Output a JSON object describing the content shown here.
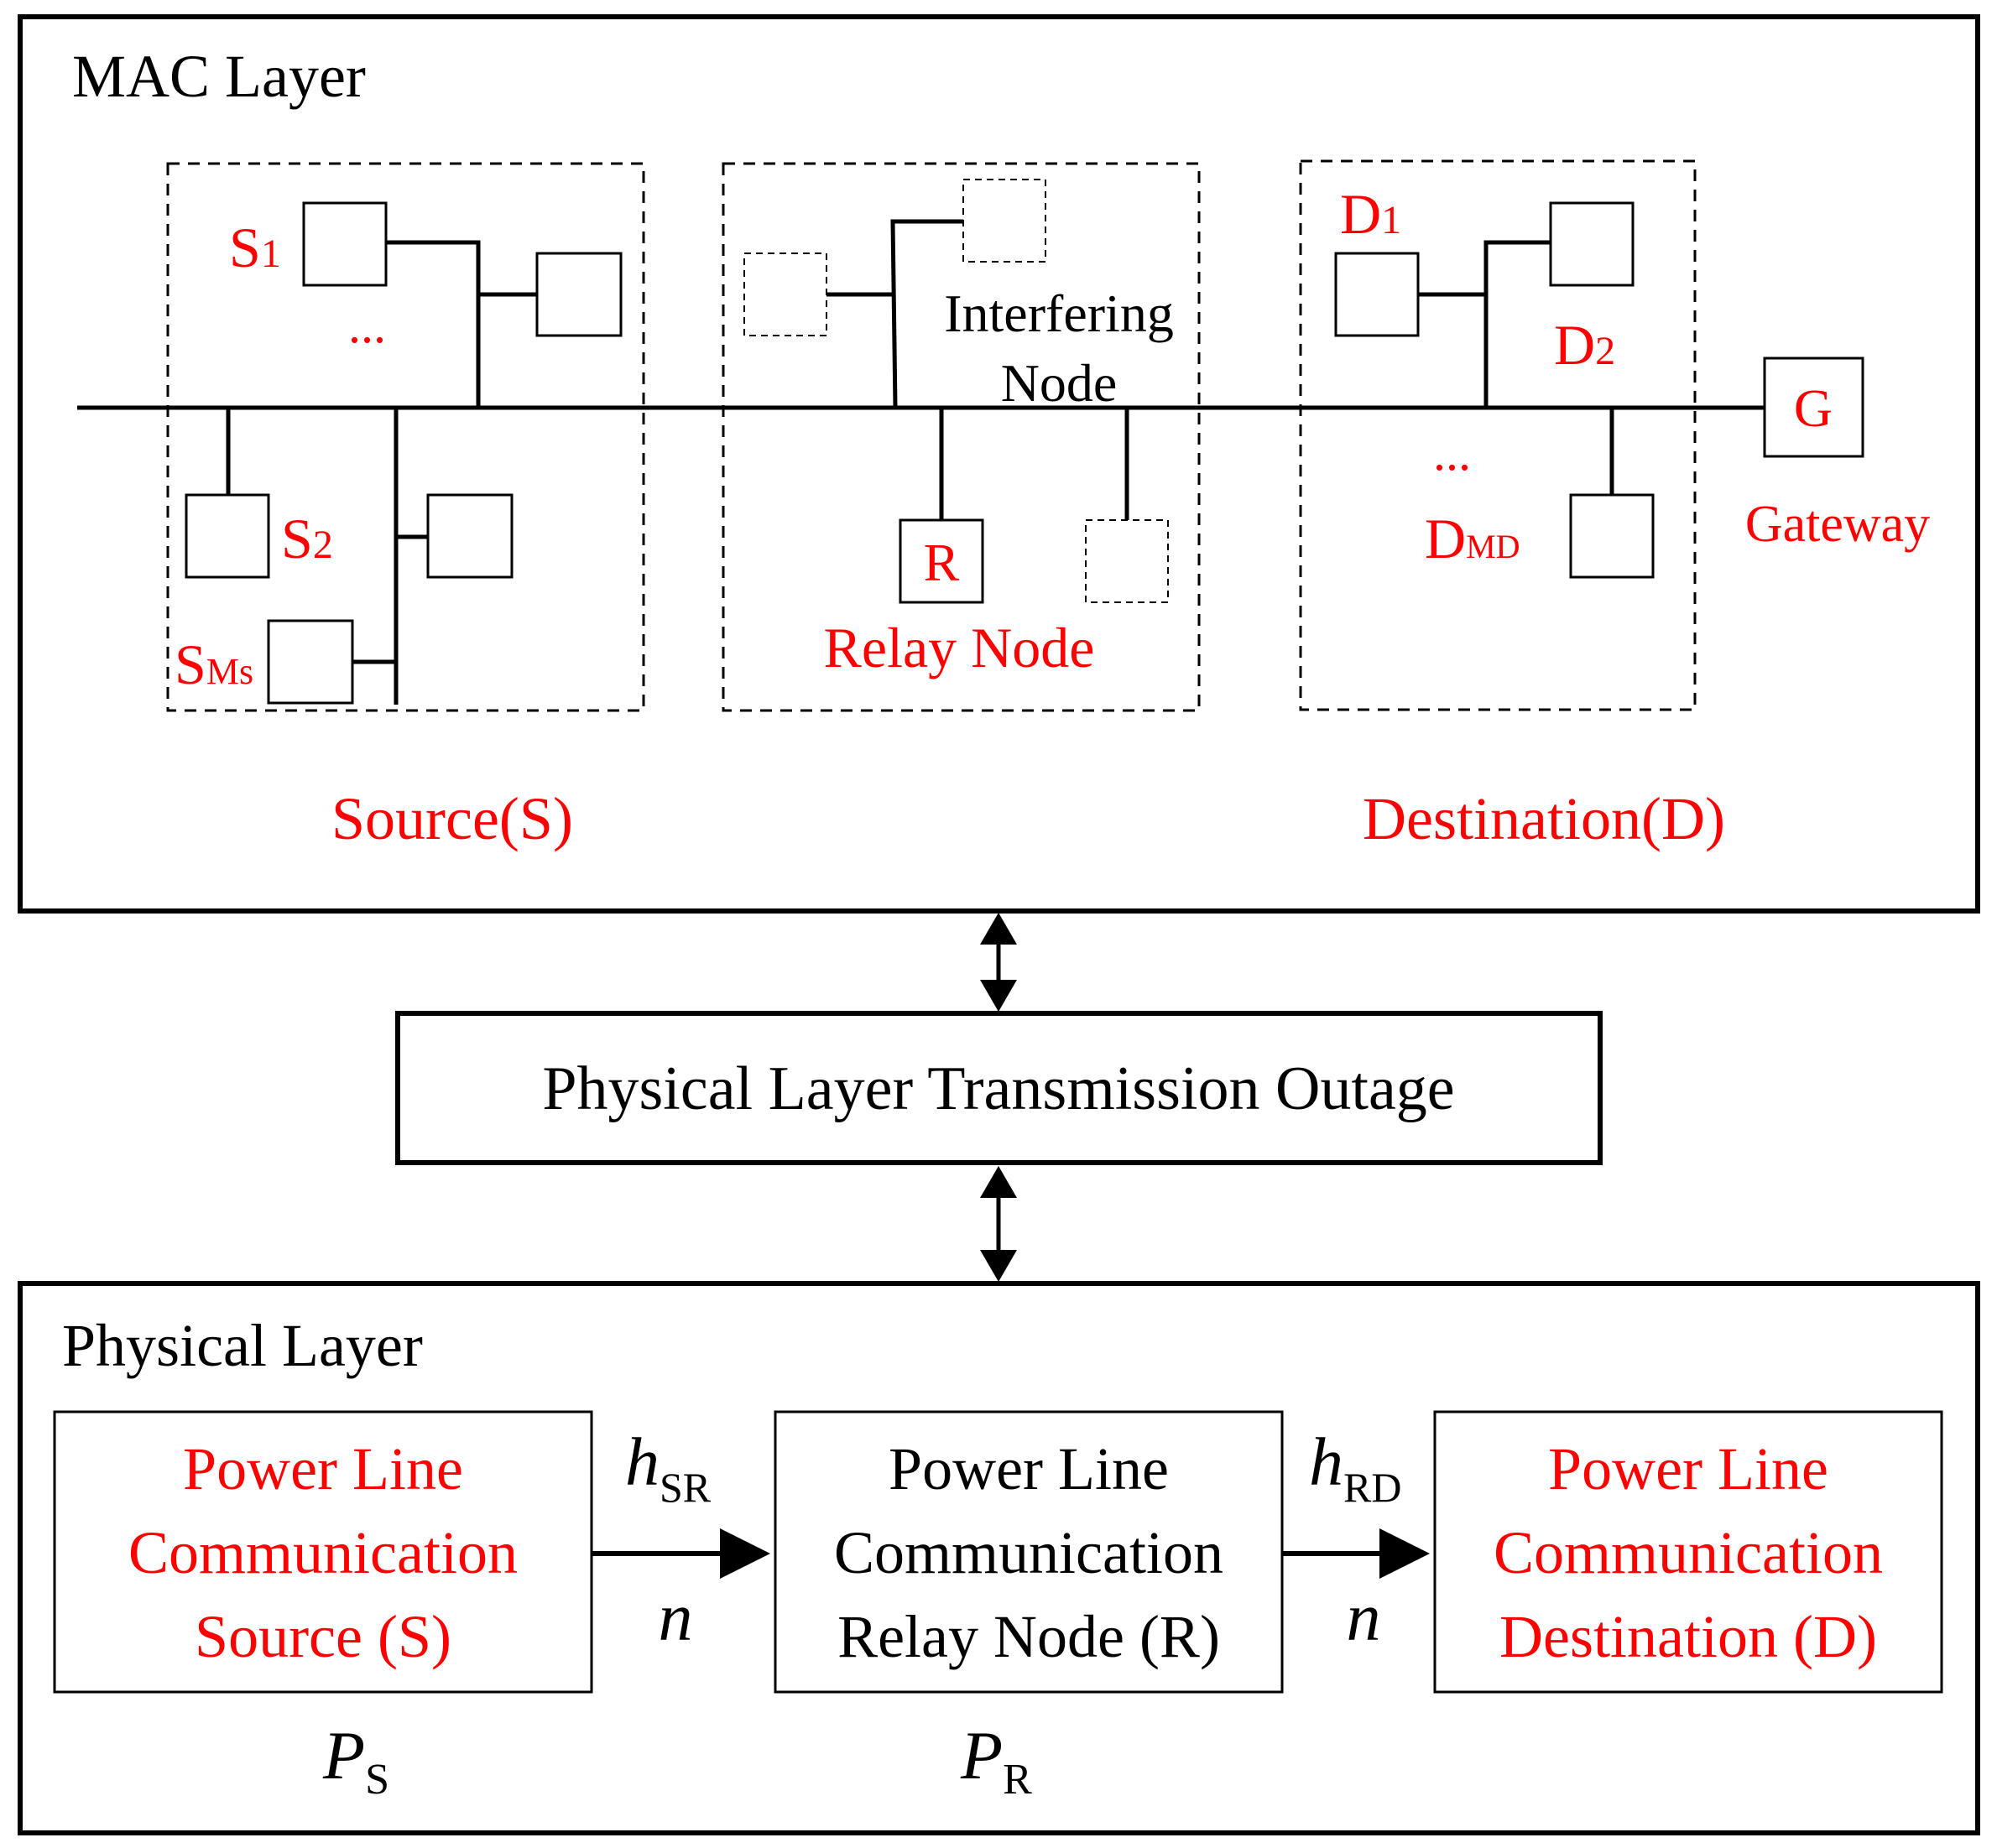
{
  "colors": {
    "accent": "#ff0000",
    "ink": "#000000",
    "background": "#ffffff"
  },
  "mac_layer": {
    "title": "MAC Layer",
    "source_group": {
      "label": "Source(S)",
      "s1_base": "S",
      "s1_sub": "1",
      "s2_base": "S",
      "s2_sub": "2",
      "sms_base": "S",
      "sms_sub": "Ms",
      "ellipsis": "..."
    },
    "relay_group": {
      "interfering_line1": "Interfering",
      "interfering_line2": "Node",
      "relay_box": "R",
      "relay_label": "Relay Node"
    },
    "destination_group": {
      "label": "Destination(D)",
      "d1_base": "D",
      "d1_sub": "1",
      "d2_base": "D",
      "d2_sub": "2",
      "dmd_base": "D",
      "dmd_sub": "MD",
      "ellipsis": "..."
    },
    "gateway": {
      "box": "G",
      "label": "Gateway"
    }
  },
  "outage_box": {
    "label": "Physical Layer Transmission Outage"
  },
  "physical_layer": {
    "title": "Physical Layer",
    "source": {
      "line1": "Power Line",
      "line2": "Communication",
      "line3": "Source (S)",
      "power_base": "P",
      "power_sub": "S"
    },
    "relay": {
      "line1": "Power Line",
      "line2": "Communication",
      "line3": "Relay Node (R)",
      "power_base": "P",
      "power_sub": "R"
    },
    "destination": {
      "line1": "Power Line",
      "line2": "Communication",
      "line3": "Destination (D)"
    },
    "link_sr": {
      "h_base": "h",
      "h_sub": "SR",
      "noise": "n"
    },
    "link_rd": {
      "h_base": "h",
      "h_sub": "RD",
      "noise": "n"
    }
  }
}
